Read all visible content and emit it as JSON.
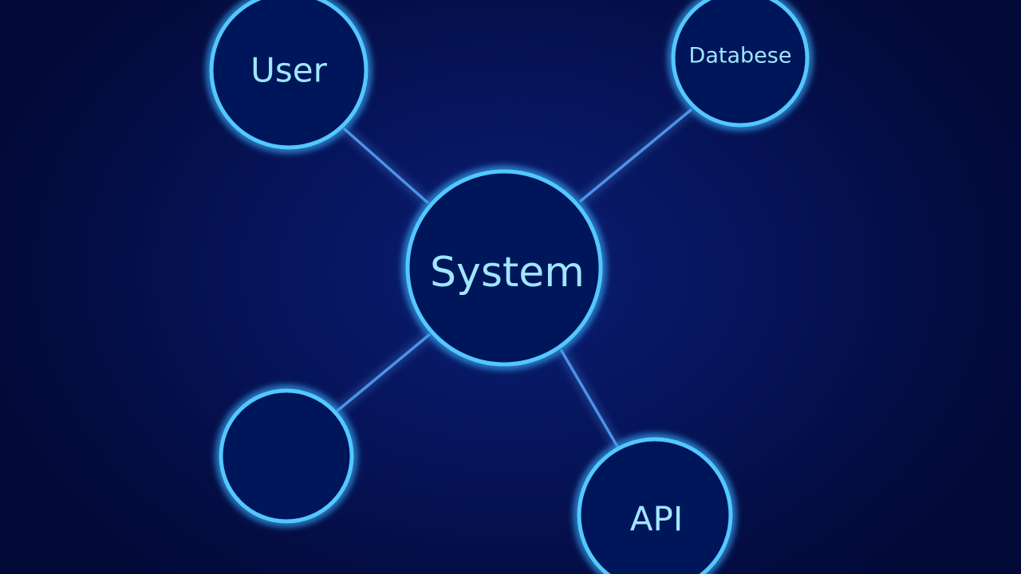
{
  "diagram": {
    "nodes": [
      {
        "id": "system",
        "label": "System"
      },
      {
        "id": "user",
        "label": "User"
      },
      {
        "id": "database",
        "label": "Databese"
      },
      {
        "id": "unlabeled",
        "label": ""
      },
      {
        "id": "api",
        "label": "API"
      }
    ],
    "edges": [
      {
        "from": "system",
        "to": "user"
      },
      {
        "from": "system",
        "to": "database"
      },
      {
        "from": "system",
        "to": "unlabeled"
      },
      {
        "from": "system",
        "to": "api"
      }
    ],
    "colors": {
      "background": "#040d44",
      "node_stroke": "#52c8ff",
      "glow": "#1f8dff",
      "label": "#9fe6ff",
      "connector": "#5aa8ff"
    }
  }
}
